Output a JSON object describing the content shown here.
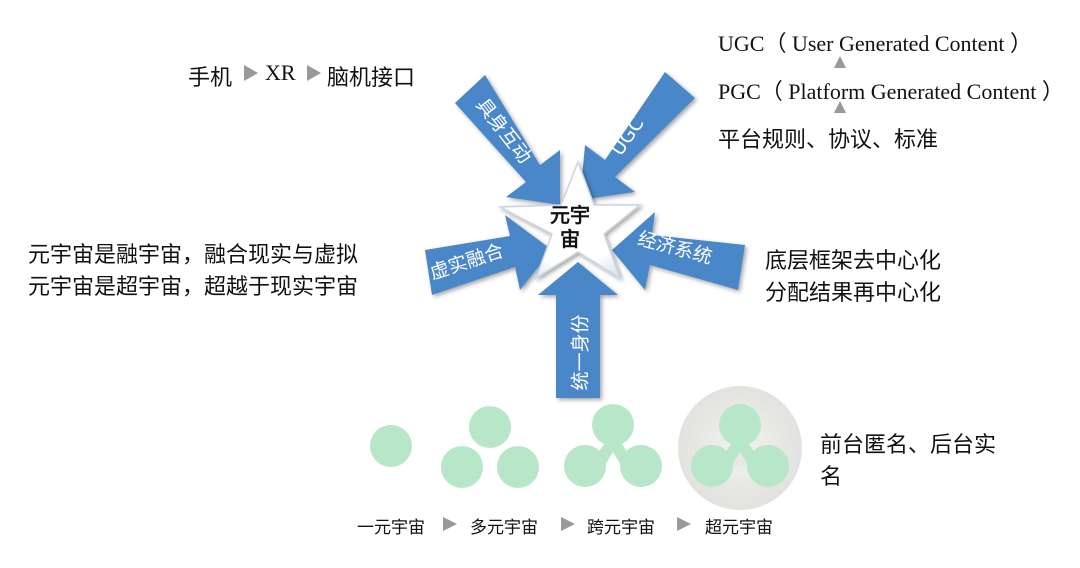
{
  "center": {
    "line1": "元宇",
    "line2": "宙"
  },
  "arrows": {
    "embodied": "具身互动",
    "ugc": "UGC",
    "virtual_real": "虚实融合",
    "economy": "经济系统",
    "identity": "统一身份"
  },
  "top_left": {
    "item1": "手机",
    "item2": "XR",
    "item3": "脑机接口"
  },
  "top_right": {
    "line1": "UGC（ User Generated Content ）",
    "line2": "PGC（ Platform Generated Content ）",
    "line3": "平台规则、协议、标准"
  },
  "left_text": {
    "line1": "元宇宙是融宇宙，融合现实与虚拟",
    "line2": "元宇宙是超宇宙，超越于现实宇宙"
  },
  "right_text": {
    "line1": "底层框架去中心化",
    "line2": "分配结果再中心化"
  },
  "bottom": {
    "stages": [
      "一元宇宙",
      "多元宇宙",
      "跨元宇宙",
      "超元宇宙"
    ],
    "note_line1": "前台匿名、后台实",
    "note_line2": "名"
  },
  "colors": {
    "arrow_blue": "#4a87c9",
    "circle_green": "#b8e6c8",
    "halo_gray": "#e8e8e6",
    "marker_gray": "#999999"
  }
}
